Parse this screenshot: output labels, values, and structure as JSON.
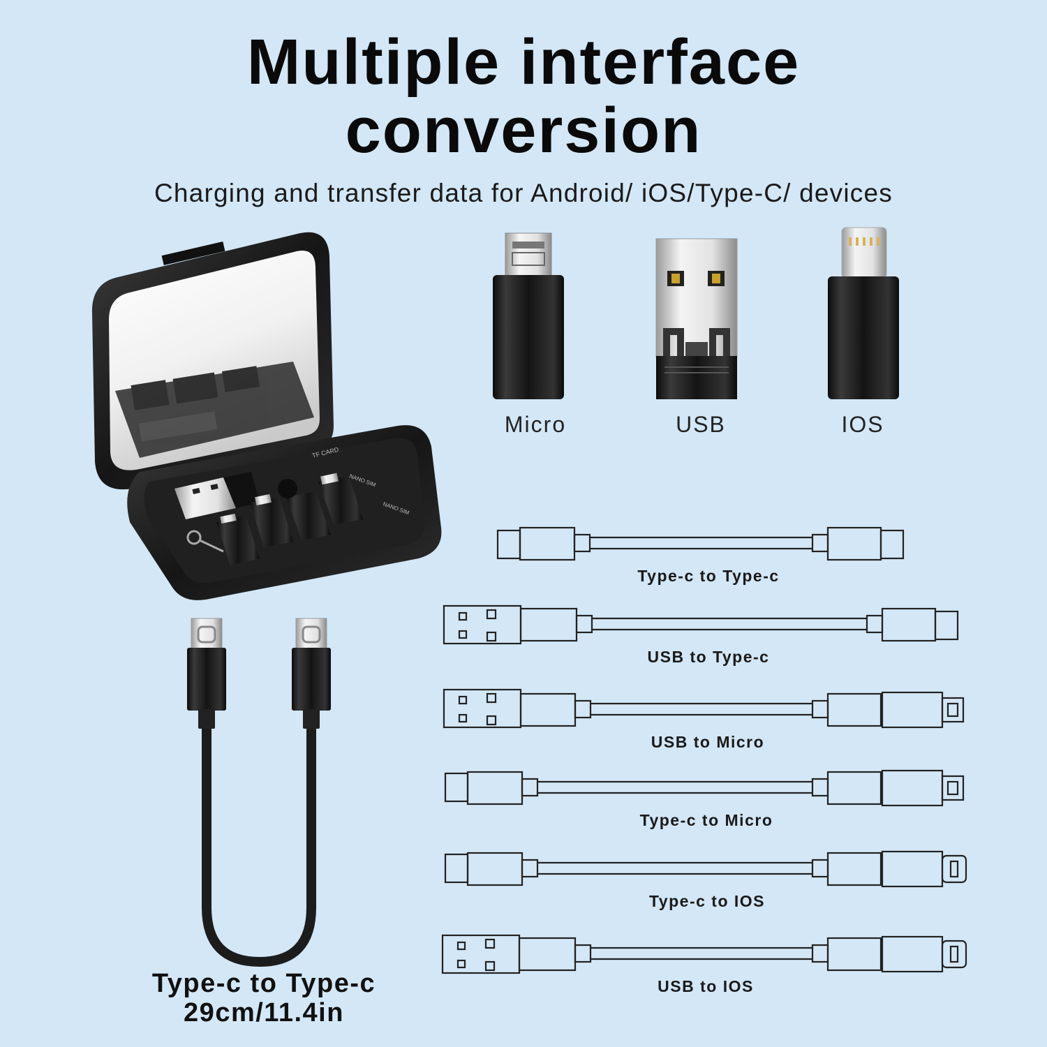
{
  "header": {
    "title_line1": "Multiple interface",
    "title_line2": "conversion",
    "subtitle": "Charging and transfer data for Android/ iOS/Type-C/ devices"
  },
  "adapters": [
    {
      "label": "Micro"
    },
    {
      "label": "USB"
    },
    {
      "label": "IOS"
    }
  ],
  "case_labels": {
    "tf_card": "TF CARD",
    "nano_sim": "NANO SIM"
  },
  "cables": [
    {
      "label": "Type-c to Type-c"
    },
    {
      "label": "USB to Type-c"
    },
    {
      "label": "USB to Micro"
    },
    {
      "label": "Type-c to Micro"
    },
    {
      "label": "Type-c to IOS"
    },
    {
      "label": "USB to IOS"
    }
  ],
  "featured_cable": {
    "name": "Type-c to Type-c",
    "length": "29cm/11.4in"
  },
  "colors": {
    "background": "#d3e7f6",
    "product_black": "#1b1b1b",
    "line_art": "#222222"
  }
}
